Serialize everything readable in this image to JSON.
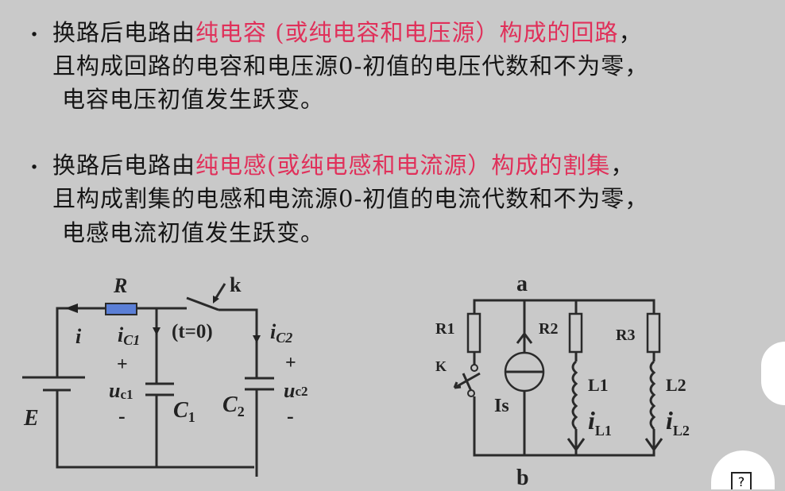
{
  "paragraphs": [
    {
      "bullet": ".",
      "lines": [
        {
          "pre": "换路后电路由",
          "red": "纯电容 (或纯电容和电压源）构成的回路",
          "post": "，"
        },
        {
          "pre": "且构成回路的电容和电压源0-初值的电压代数和不为零，"
        },
        {
          "pre": "电容电压初值发生跃变。"
        }
      ]
    },
    {
      "bullet": ".",
      "lines": [
        {
          "pre": "换路后电路由",
          "red": "纯电感(或纯电感和电流源）构成的割集",
          "post": "，"
        },
        {
          "pre": "且构成割集的电感和电流源0-初值的电流代数和不为零，"
        },
        {
          "pre": "电感电流初值发生跃变。"
        }
      ]
    }
  ],
  "circuit1": {
    "R": "R",
    "k": "k",
    "i": "i",
    "ic1": "i",
    "ic1_sub": "C1",
    "t0": "(t=0)",
    "ic2": "i",
    "ic2_sub": "C2",
    "plus": "+",
    "minus": "-",
    "uc1": "u",
    "uc1_sub": "c1",
    "uc2": "u",
    "uc2_sub": "c2",
    "C1": "C",
    "C1_sub": "1",
    "C2": "C",
    "C2_sub": "2",
    "E": "E"
  },
  "circuit2": {
    "a": "a",
    "b": "b",
    "R1": "R1",
    "R2": "R2",
    "R3": "R3",
    "K": "K",
    "Is": "Is",
    "L1": "L1",
    "L2": "L2",
    "iL1": "i",
    "iL1_sub": "L1",
    "iL2": "i",
    "iL2_sub": "L2"
  },
  "help": {
    "icon": "?"
  },
  "colors": {
    "red": "#e0305a",
    "resistor": "#5b7fd6"
  }
}
